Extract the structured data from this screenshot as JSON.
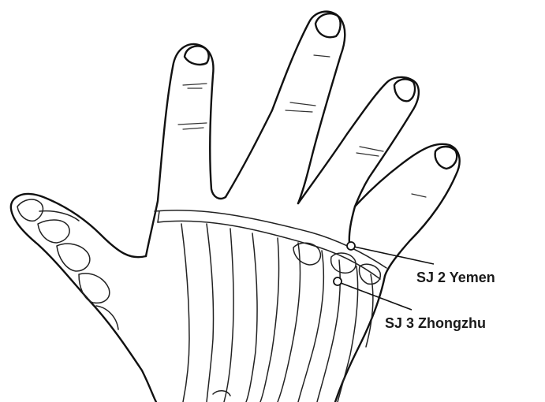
{
  "figure": {
    "subject": "hand-dorsal-view-illustration",
    "line_color": "#111111",
    "background": "#ffffff"
  },
  "points": [
    {
      "id": "sj2",
      "label": "SJ 2 Yemen"
    },
    {
      "id": "sj3",
      "label": "SJ 3 Zhongzhu"
    }
  ]
}
